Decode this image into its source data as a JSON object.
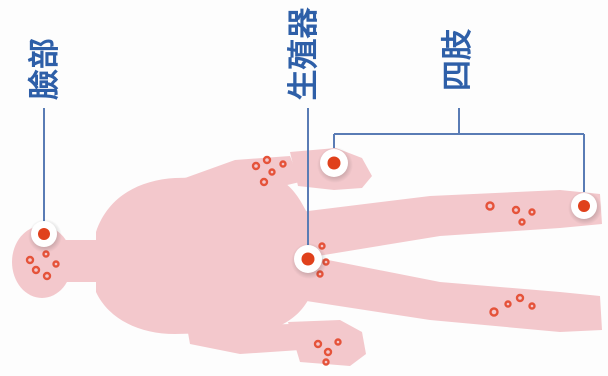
{
  "labels": {
    "face": "臉部",
    "genitals": "生殖器",
    "limbs": "四肢"
  },
  "colors": {
    "body": "#f3c8cc",
    "callout_line": "#5a7cb5",
    "label": "#2e5fa8",
    "marker_outer": "#ffffff",
    "marker_inner": "#e0411c",
    "lesion": "#e5533a"
  }
}
